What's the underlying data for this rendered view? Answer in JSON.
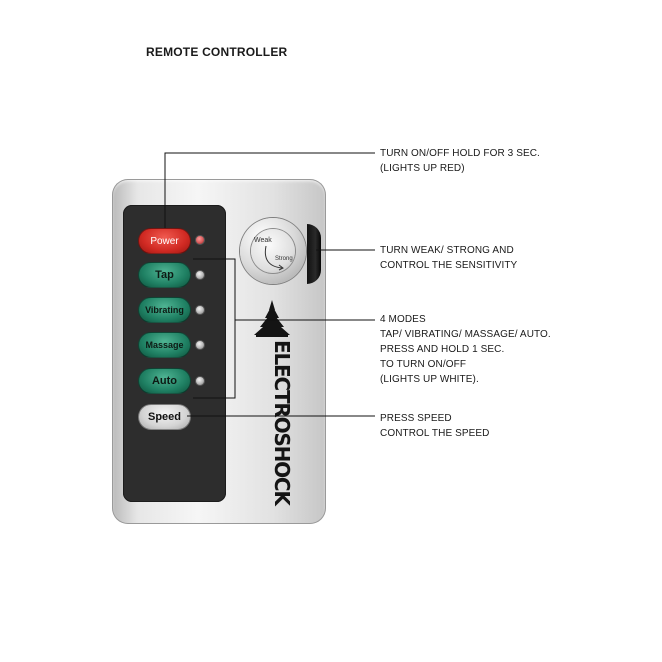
{
  "title": "REMOTE CONTROLLER",
  "device": {
    "buttons": {
      "power": "Power",
      "tap": "Tap",
      "vibrating": "Vibrating",
      "massage": "Massage",
      "auto": "Auto",
      "speed": "Speed"
    },
    "knob": {
      "weak": "Weak",
      "strong": "Strong"
    },
    "brand": "ELECTROSHOCK",
    "logo": "tree-logo-icon",
    "colors": {
      "power": "#d12a23",
      "mode": "#1f8063",
      "speed": "#d4d4d4",
      "panel": "#2d2d2d",
      "body": "#eeeeee"
    }
  },
  "callouts": {
    "power": [
      "TURN ON/OFF HOLD FOR 3 SEC.",
      "(LIGHTS UP RED)"
    ],
    "knob": [
      "TURN WEAK/ STRONG AND",
      "CONTROL THE SENSITIVITY"
    ],
    "modes": [
      "4 MODES",
      "TAP/ VIBRATING/ MASSAGE/ AUTO.",
      "PRESS AND HOLD 1 SEC.",
      "TO TURN ON/OFF",
      "(LIGHTS UP WHITE)."
    ],
    "speed": [
      "PRESS SPEED",
      "CONTROL THE SPEED"
    ]
  }
}
